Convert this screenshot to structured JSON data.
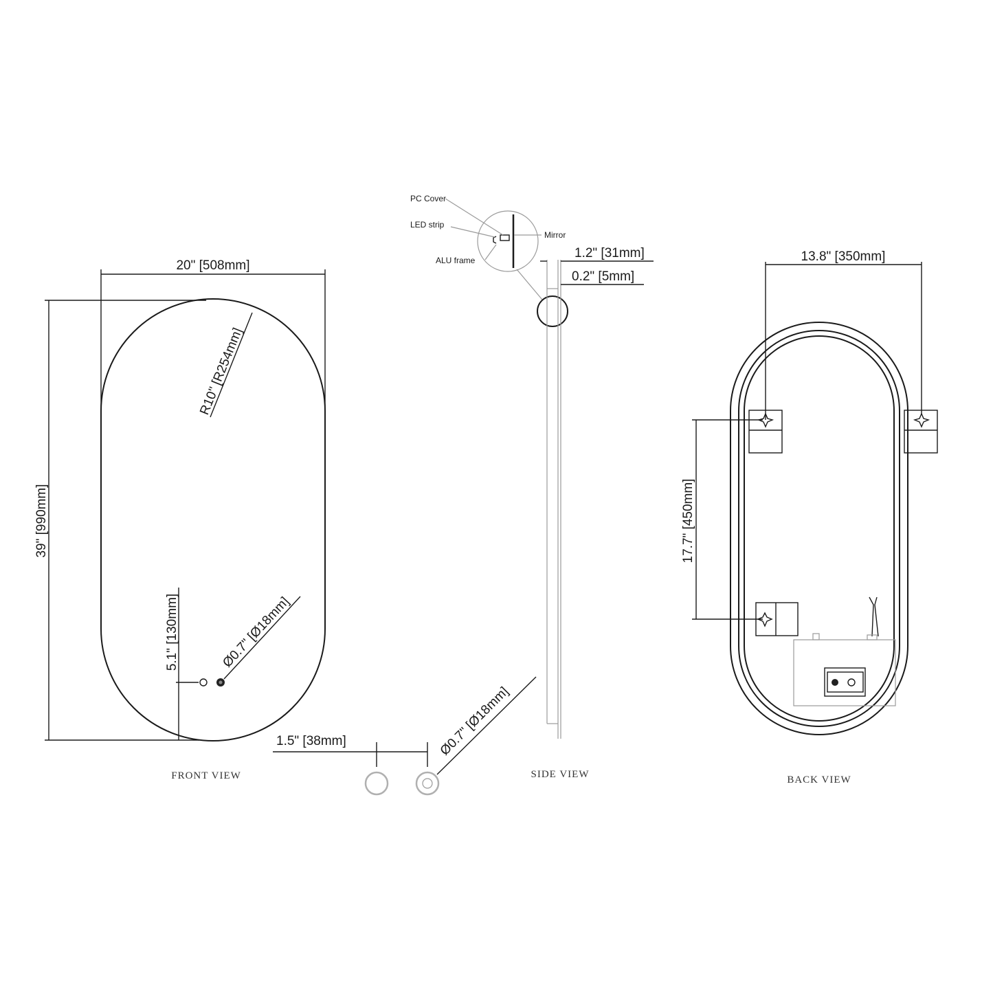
{
  "front_view": {
    "title": "FRONT VIEW",
    "width_label": "20\" [508mm]",
    "height_label": "39\" [990mm]",
    "radius_label": "R10\" [R254mm]",
    "sensor_height_label": "5.1\" [130mm]",
    "sensor_diameter_label": "Ø0.7\" [Ø18mm]"
  },
  "sensor_detail": {
    "spacing_label": "1.5\" [38mm]",
    "diameter_label": "Ø0.7\" [Ø18mm]"
  },
  "side_view": {
    "title": "SIDE VIEW",
    "depth_label": "1.2\" [31mm]",
    "glass_label": "0.2\" [5mm]",
    "callouts": {
      "pc_cover": "PC Cover",
      "led_strip": "LED strip",
      "alu_frame": "ALU frame",
      "mirror": "Mirror"
    }
  },
  "back_view": {
    "title": "BACK VIEW",
    "bracket_spacing_label": "13.8\" [350mm]",
    "bracket_vertical_label": "17.7\" [450mm]"
  }
}
